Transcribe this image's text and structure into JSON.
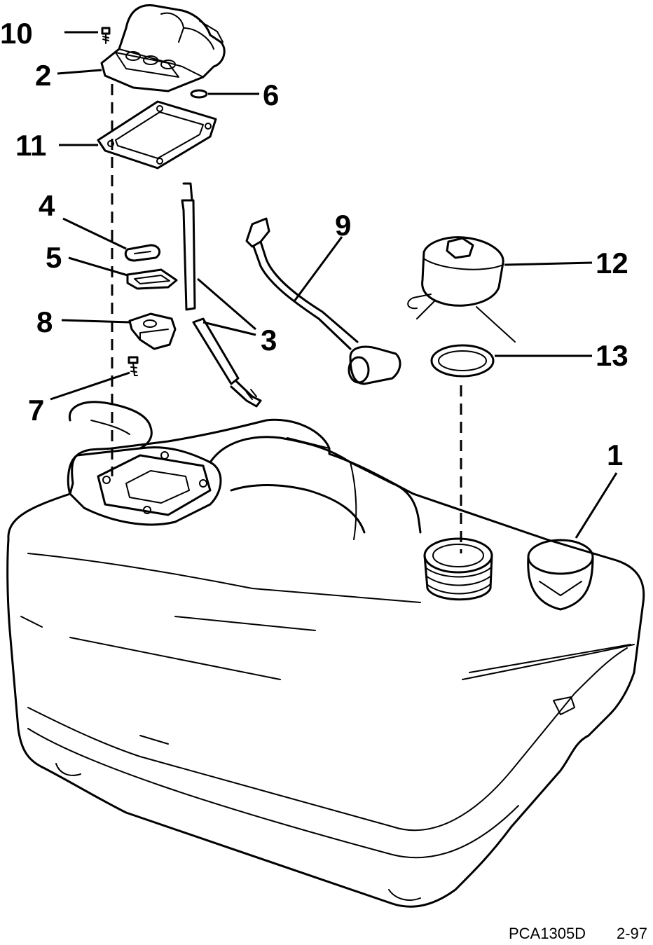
{
  "callouts": {
    "c1": "1",
    "c2": "2",
    "c3": "3",
    "c4": "4",
    "c5": "5",
    "c6": "6",
    "c7": "7",
    "c8": "8",
    "c9": "9",
    "c10": "10",
    "c11": "11",
    "c12": "12",
    "c13": "13"
  },
  "footer": {
    "figure_code": "PCA1305D",
    "revision": "2-97"
  }
}
